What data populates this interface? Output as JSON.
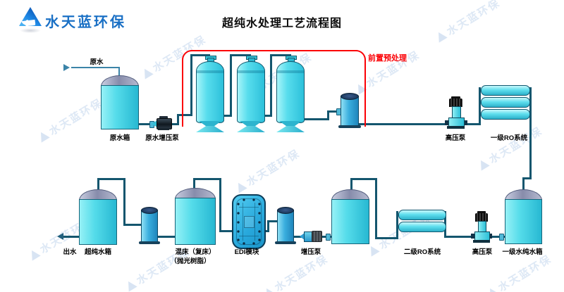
{
  "header": {
    "brand": "水天蓝环保",
    "title": "超纯水处理工艺流程图"
  },
  "watermark": {
    "text": "水天蓝环保"
  },
  "flow": {
    "inlet_label": "原水",
    "outlet_label": "出水",
    "pretreatment_label": "前置预处理"
  },
  "equipment": {
    "raw_water_tank": "原水箱",
    "raw_water_booster_pump": "原水增压泵",
    "high_pressure_pump_1": "高压泵",
    "ro_system_1": "一级RO系统",
    "ro_system_2": "二级RO系统",
    "high_pressure_pump_2": "高压泵",
    "stage1_pure_water_tank": "一级水纯水箱",
    "booster_pump": "增压泵",
    "edi_module": "EDI模块",
    "mixed_bed": "混床（复床）",
    "mixed_bed_sub": "（抛光树脂）",
    "ultrapure_water_tank": "超纯水箱"
  },
  "colors": {
    "accent_red": "#fb0005",
    "tank_cyan": "#55dcea",
    "pipe": "#14566e",
    "brand_blue": "#1a70c5"
  }
}
